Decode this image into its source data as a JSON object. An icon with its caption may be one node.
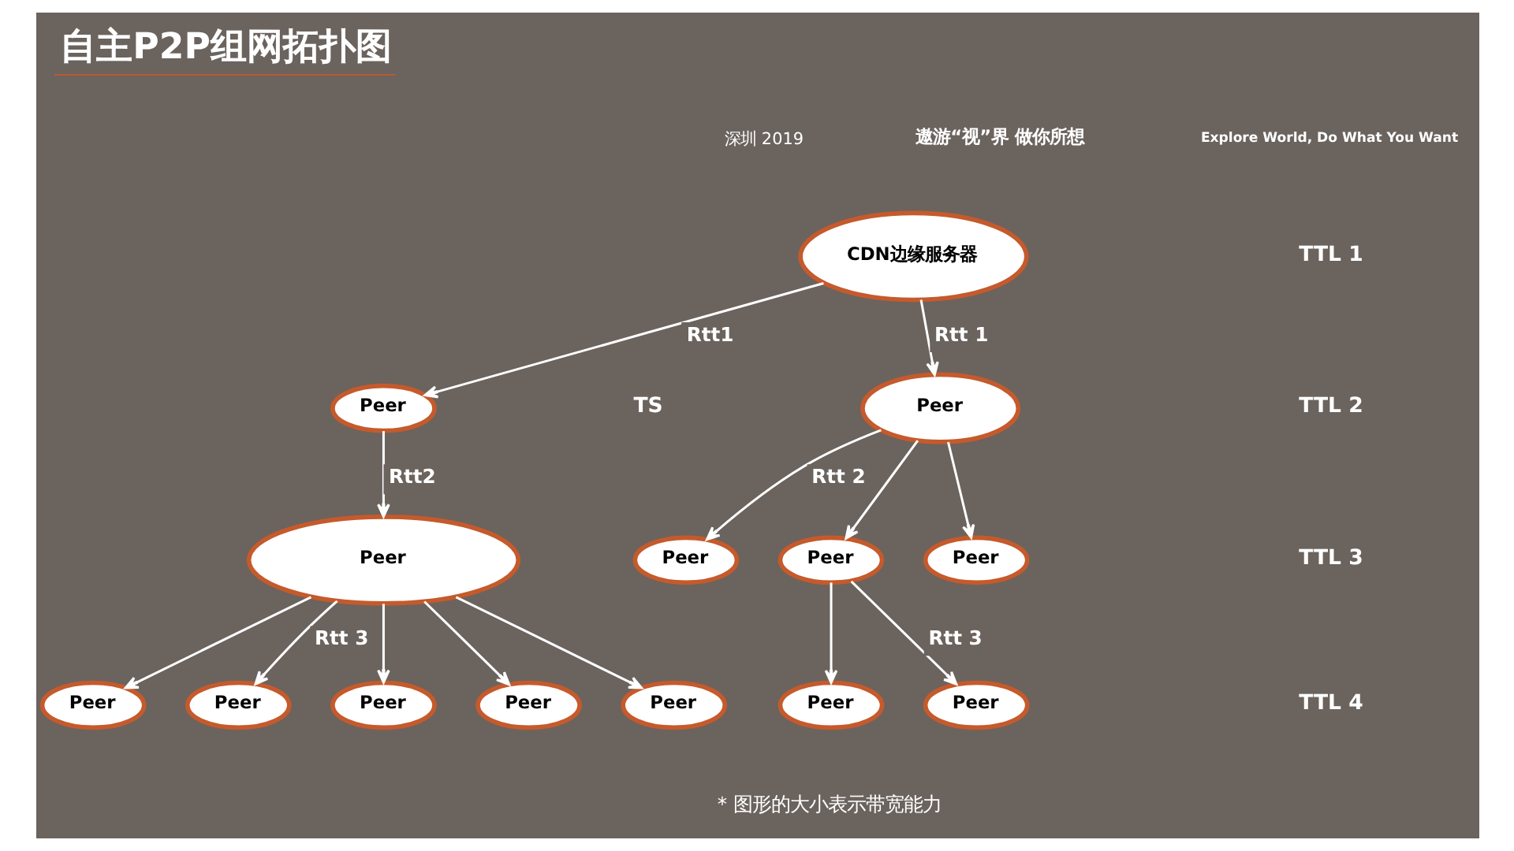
{
  "diagram": {
    "title": "自主P2P组网拓扑图",
    "nodes": [
      {
        "text": [
          "CDN边缘服务器"
        ]
      },
      {
        "text": [
          "Peer"
        ]
      },
      {
        "text": [
          "Peer"
        ]
      },
      {
        "text": [
          "Peer"
        ]
      },
      {
        "text": [
          "Peer"
        ]
      },
      {
        "text": [
          "Peer"
        ]
      },
      {
        "text": [
          "Peer"
        ]
      },
      {
        "text": [
          "Peer"
        ]
      },
      {
        "text": [
          "Peer"
        ]
      },
      {
        "text": [
          "Peer"
        ]
      },
      {
        "text": [
          "Peer"
        ]
      },
      {
        "text": [
          "Peer"
        ]
      },
      {
        "text": [
          "Peer"
        ]
      },
      {
        "text": [
          "Peer"
        ]
      }
    ],
    "edges": [
      {
        "from": 0,
        "to": 1,
        "arrow": "to",
        "label": "Rtt1"
      },
      {
        "from": 0,
        "to": 2,
        "arrow": "to",
        "label": "Rtt 1"
      },
      {
        "from": 1,
        "to": 3,
        "arrow": "to",
        "label": "Rtt2"
      },
      {
        "from": 2,
        "to": 5,
        "arrow": "to",
        "label": "Rtt 2"
      },
      {
        "from": 2,
        "to": 6,
        "arrow": "to"
      },
      {
        "from": 2,
        "to": 4,
        "arrow": "to"
      },
      {
        "from": 3,
        "to": 7,
        "arrow": "to"
      },
      {
        "from": 3,
        "to": 8,
        "arrow": "to"
      },
      {
        "from": 3,
        "to": 10,
        "arrow": "to",
        "label": "Rtt 3"
      },
      {
        "from": 3,
        "to": 13,
        "arrow": "to"
      },
      {
        "from": 3,
        "to": 9,
        "arrow": "to"
      },
      {
        "from": 6,
        "to": 11,
        "arrow": "to",
        "label": "Rtt 3"
      },
      {
        "from": 6,
        "to": 12,
        "arrow": "to"
      }
    ],
    "labels": [
      "深圳 2019",
      "遨游“视”界 做你所想",
      "Explore World, Do What You Want",
      "TTL 1",
      "TS",
      "TTL 2",
      "TTL 3",
      "TTL 4",
      "* 图形的大小表示带宽能力"
    ]
  }
}
